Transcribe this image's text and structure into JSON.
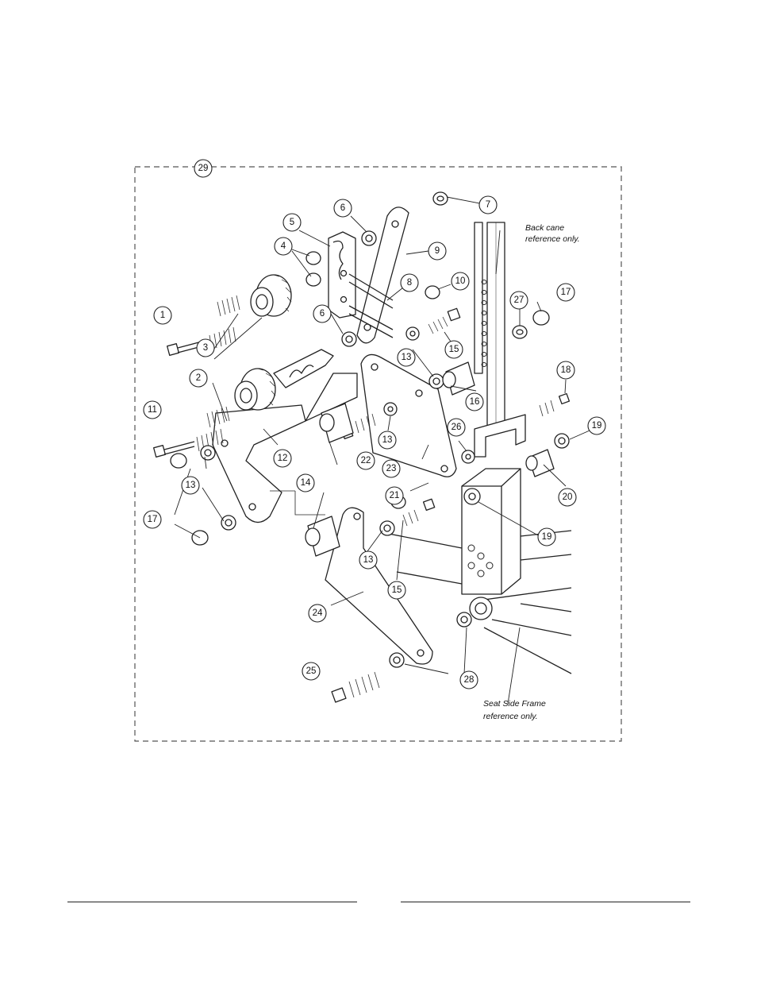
{
  "callouts": [
    {
      "id": "c29",
      "label": "29"
    },
    {
      "id": "c7",
      "label": "7"
    },
    {
      "id": "c6a",
      "label": "6"
    },
    {
      "id": "c5",
      "label": "5"
    },
    {
      "id": "c9",
      "label": "9"
    },
    {
      "id": "c4",
      "label": "4"
    },
    {
      "id": "c8",
      "label": "8"
    },
    {
      "id": "c10",
      "label": "10"
    },
    {
      "id": "c1",
      "label": "1"
    },
    {
      "id": "c6b",
      "label": "6"
    },
    {
      "id": "c3",
      "label": "3"
    },
    {
      "id": "c13a",
      "label": "13"
    },
    {
      "id": "c15a",
      "label": "15"
    },
    {
      "id": "c27",
      "label": "27"
    },
    {
      "id": "c17a",
      "label": "17"
    },
    {
      "id": "c2",
      "label": "2"
    },
    {
      "id": "c16",
      "label": "16"
    },
    {
      "id": "c18",
      "label": "18"
    },
    {
      "id": "c11",
      "label": "11"
    },
    {
      "id": "c19a",
      "label": "19"
    },
    {
      "id": "c26",
      "label": "26"
    },
    {
      "id": "c13b",
      "label": "13"
    },
    {
      "id": "c22",
      "label": "22"
    },
    {
      "id": "c12",
      "label": "12"
    },
    {
      "id": "c23",
      "label": "23"
    },
    {
      "id": "c20",
      "label": "20"
    },
    {
      "id": "c14",
      "label": "14"
    },
    {
      "id": "c21",
      "label": "21"
    },
    {
      "id": "c17b",
      "label": "17"
    },
    {
      "id": "c13c",
      "label": "13"
    },
    {
      "id": "c19b",
      "label": "19"
    },
    {
      "id": "c13d",
      "label": "13"
    },
    {
      "id": "c15b",
      "label": "15"
    },
    {
      "id": "c24",
      "label": "24"
    },
    {
      "id": "c25",
      "label": "25"
    },
    {
      "id": "c28",
      "label": "28"
    }
  ],
  "references": {
    "back_cane": [
      "Back cane",
      "reference only."
    ],
    "seat_frame": [
      "Seat Side Frame",
      "reference only."
    ]
  },
  "colors": {
    "ink": "#222222",
    "paper": "#ffffff"
  }
}
